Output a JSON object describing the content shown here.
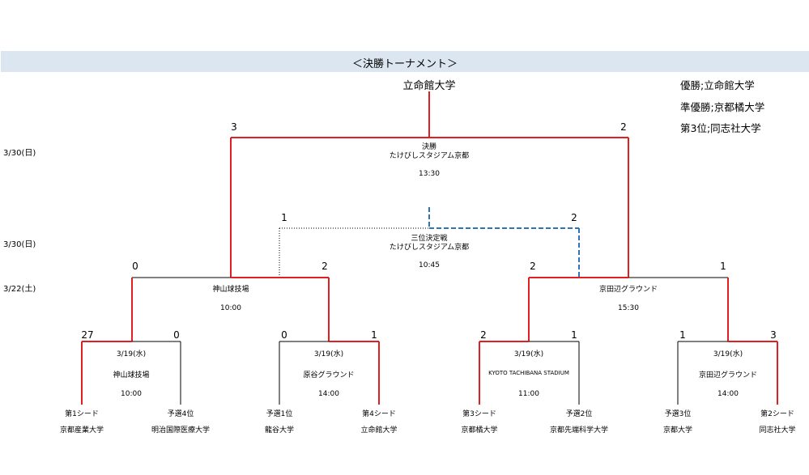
{
  "header": {
    "title": "＜決勝トーナメント＞"
  },
  "champion": "立命館大学",
  "results": {
    "first": "優勝;立命館大学",
    "second": "準優勝;京都橘大学",
    "third": "第3位;同志社大学"
  },
  "dates": {
    "final": "3/30(日)",
    "third_place": "3/30(日)",
    "semifinal": "3/22(土)"
  },
  "final": {
    "label": "決勝",
    "venue": "たけびしスタジアム京都",
    "time": "13:30",
    "score_left": "3",
    "score_right": "2"
  },
  "third_place": {
    "label": "三位決定戦",
    "venue": "たけびしスタジアム京都",
    "time": "10:45",
    "score_left": "1",
    "score_right": "2"
  },
  "semi_left": {
    "venue": "神山球技場",
    "time": "10:00",
    "score_left": "0",
    "score_right": "2"
  },
  "semi_right": {
    "venue": "京田辺グラウンド",
    "time": "15:30",
    "score_left": "2",
    "score_right": "1"
  },
  "qf": [
    {
      "date": "3/19(水)",
      "venue": "神山球技場",
      "time": "10:00",
      "score_left": "27",
      "score_right": "0"
    },
    {
      "date": "3/19(水)",
      "venue": "原谷グラウンド",
      "time": "14:00",
      "score_left": "0",
      "score_right": "1"
    },
    {
      "date": "3/19(水)",
      "venue": "KYOTO TACHIBANA STADIUM",
      "time": "11:00",
      "score_left": "2",
      "score_right": "1"
    },
    {
      "date": "3/19(水)",
      "venue": "京田辺グラウンド",
      "time": "14:00",
      "score_left": "1",
      "score_right": "3"
    }
  ],
  "teams": [
    {
      "seed": "第1シード",
      "name": "京都産業大学"
    },
    {
      "seed": "予選4位",
      "name": "明治国際医療大学"
    },
    {
      "seed": "予選1位",
      "name": "龍谷大学"
    },
    {
      "seed": "第4シード",
      "name": "立命館大学"
    },
    {
      "seed": "第3シード",
      "name": "京都橘大学"
    },
    {
      "seed": "予選2位",
      "name": "京都先端科学大学"
    },
    {
      "seed": "予選3位",
      "name": "京都大学"
    },
    {
      "seed": "第2シード",
      "name": "同志社大学"
    }
  ],
  "colors": {
    "winner_line": "#e02020",
    "loser_line": "#000000",
    "third_place_line": "#2e75b6",
    "header_bg": "#dce6f1"
  }
}
